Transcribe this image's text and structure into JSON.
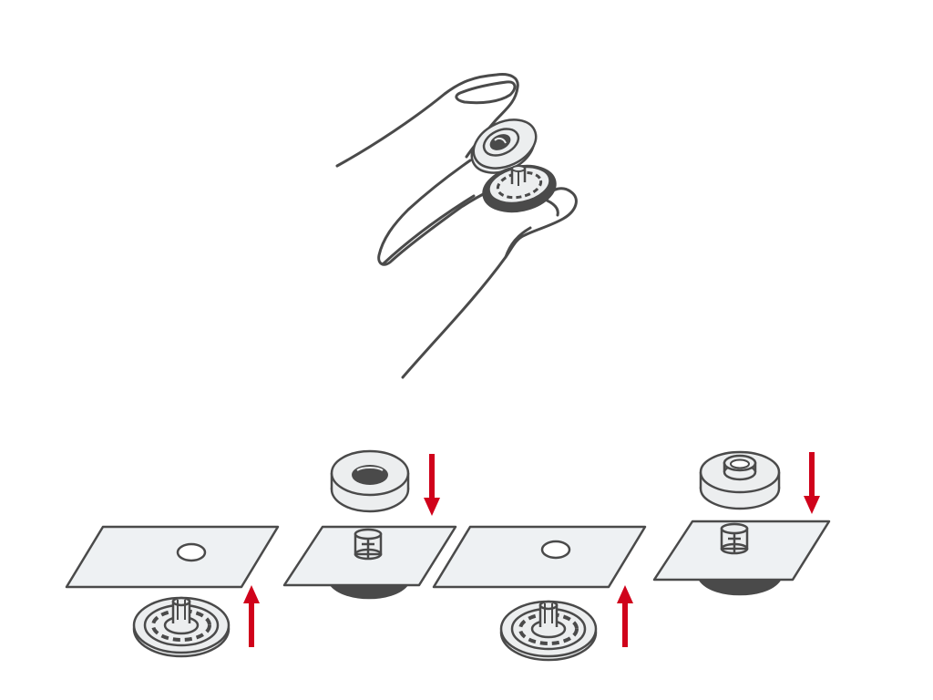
{
  "colors": {
    "background": "#ffffff",
    "outline": "#4a4a4a",
    "sheet_fill": "#eef1f3",
    "part_fill": "#eceeef",
    "dark_fill": "#4a4a4a",
    "arrow": "#d0021b"
  },
  "icons": {
    "hand": "hand-pinching-snap-icon",
    "sheet": "fabric-sheet-icon",
    "stud": "snap-stud-base-icon",
    "socket_cap": "snap-socket-cap-icon",
    "post_cap": "snap-post-cap-icon",
    "arrow_up": "arrow-up-icon",
    "arrow_down": "arrow-down-icon"
  },
  "steps": [
    {
      "id": "step-1",
      "parts": [
        "fabric-sheet",
        "snap-stud-base"
      ],
      "arrow": "up"
    },
    {
      "id": "step-2",
      "parts": [
        "snap-socket-cap",
        "fabric-sheet-with-stud"
      ],
      "arrow": "down"
    },
    {
      "id": "step-3",
      "parts": [
        "fabric-sheet",
        "snap-stud-base"
      ],
      "arrow": "up"
    },
    {
      "id": "step-4",
      "parts": [
        "snap-post-cap",
        "fabric-sheet-with-stud"
      ],
      "arrow": "down"
    }
  ]
}
